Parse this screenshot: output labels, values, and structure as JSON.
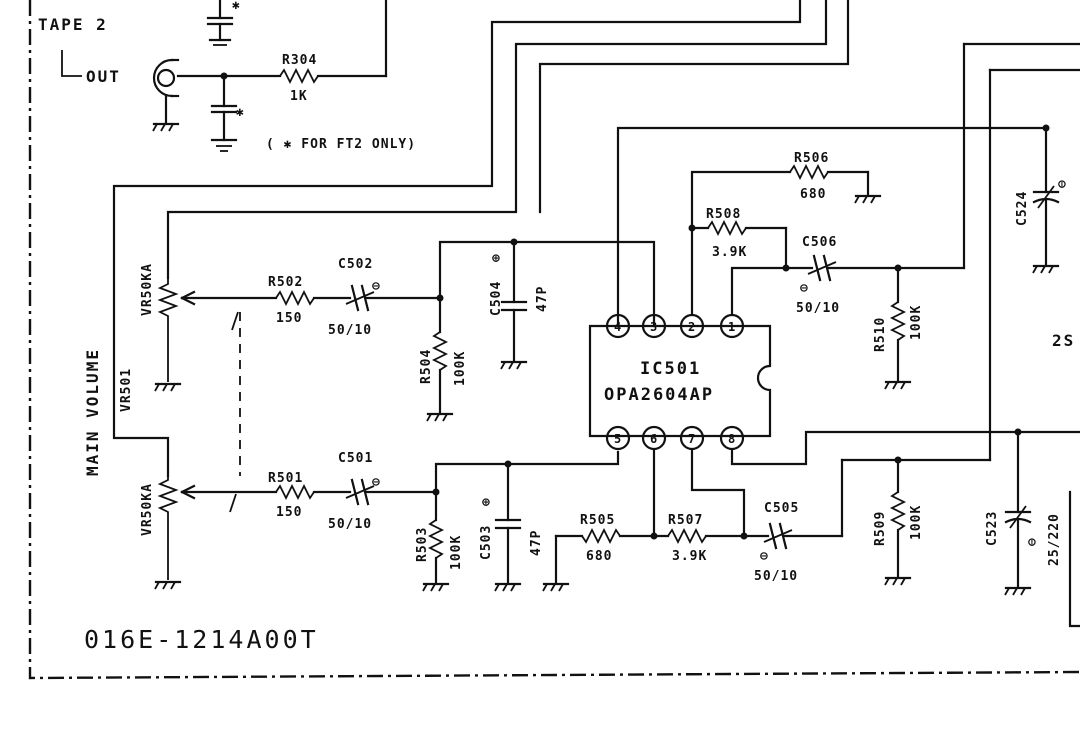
{
  "header": {
    "tape_label": "TAPE 2",
    "out_label": "OUT",
    "note": "( ✱ FOR FT2 ONLY)",
    "asterisk": "✱"
  },
  "components": {
    "r304": {
      "ref": "R304",
      "value": "1K"
    },
    "r502": {
      "ref": "R502",
      "value": "150"
    },
    "r501": {
      "ref": "R501",
      "value": "150"
    },
    "c502": {
      "ref": "C502",
      "value": "50/10"
    },
    "c501": {
      "ref": "C501",
      "value": "50/10"
    },
    "r504": {
      "ref": "R504",
      "value": "100K"
    },
    "r503": {
      "ref": "R503",
      "value": "100K"
    },
    "c504": {
      "ref": "C504",
      "value": "47P"
    },
    "c503": {
      "ref": "C503",
      "value": "47P"
    },
    "r506": {
      "ref": "R506",
      "value": "680"
    },
    "r508": {
      "ref": "R508",
      "value": "3.9K"
    },
    "c506": {
      "ref": "C506",
      "value": "50/10"
    },
    "r510": {
      "ref": "R510",
      "value": "100K"
    },
    "r505": {
      "ref": "R505",
      "value": "680"
    },
    "r507": {
      "ref": "R507",
      "value": "3.9K"
    },
    "c505": {
      "ref": "C505",
      "value": "50/10"
    },
    "r509": {
      "ref": "R509",
      "value": "100K"
    },
    "c523": {
      "ref": "C523",
      "value": "25/220"
    },
    "c524": {
      "ref": "C524",
      "value": ""
    },
    "vr_top": {
      "value": "VR50KA"
    },
    "vr_bottom": {
      "value": "VR50KA"
    },
    "vr_ref": "VR501",
    "main_volume": "MAIN VOLUME"
  },
  "ic": {
    "ref": "IC501",
    "part": "OPA2604AP",
    "pins_top": [
      "4",
      "3",
      "2",
      "1"
    ],
    "pins_bottom": [
      "5",
      "6",
      "7",
      "8"
    ]
  },
  "right_edge_label": "2S",
  "board_code": "016E-1214A00T",
  "polarity": {
    "positive": "⊕",
    "negative": "⊖"
  }
}
